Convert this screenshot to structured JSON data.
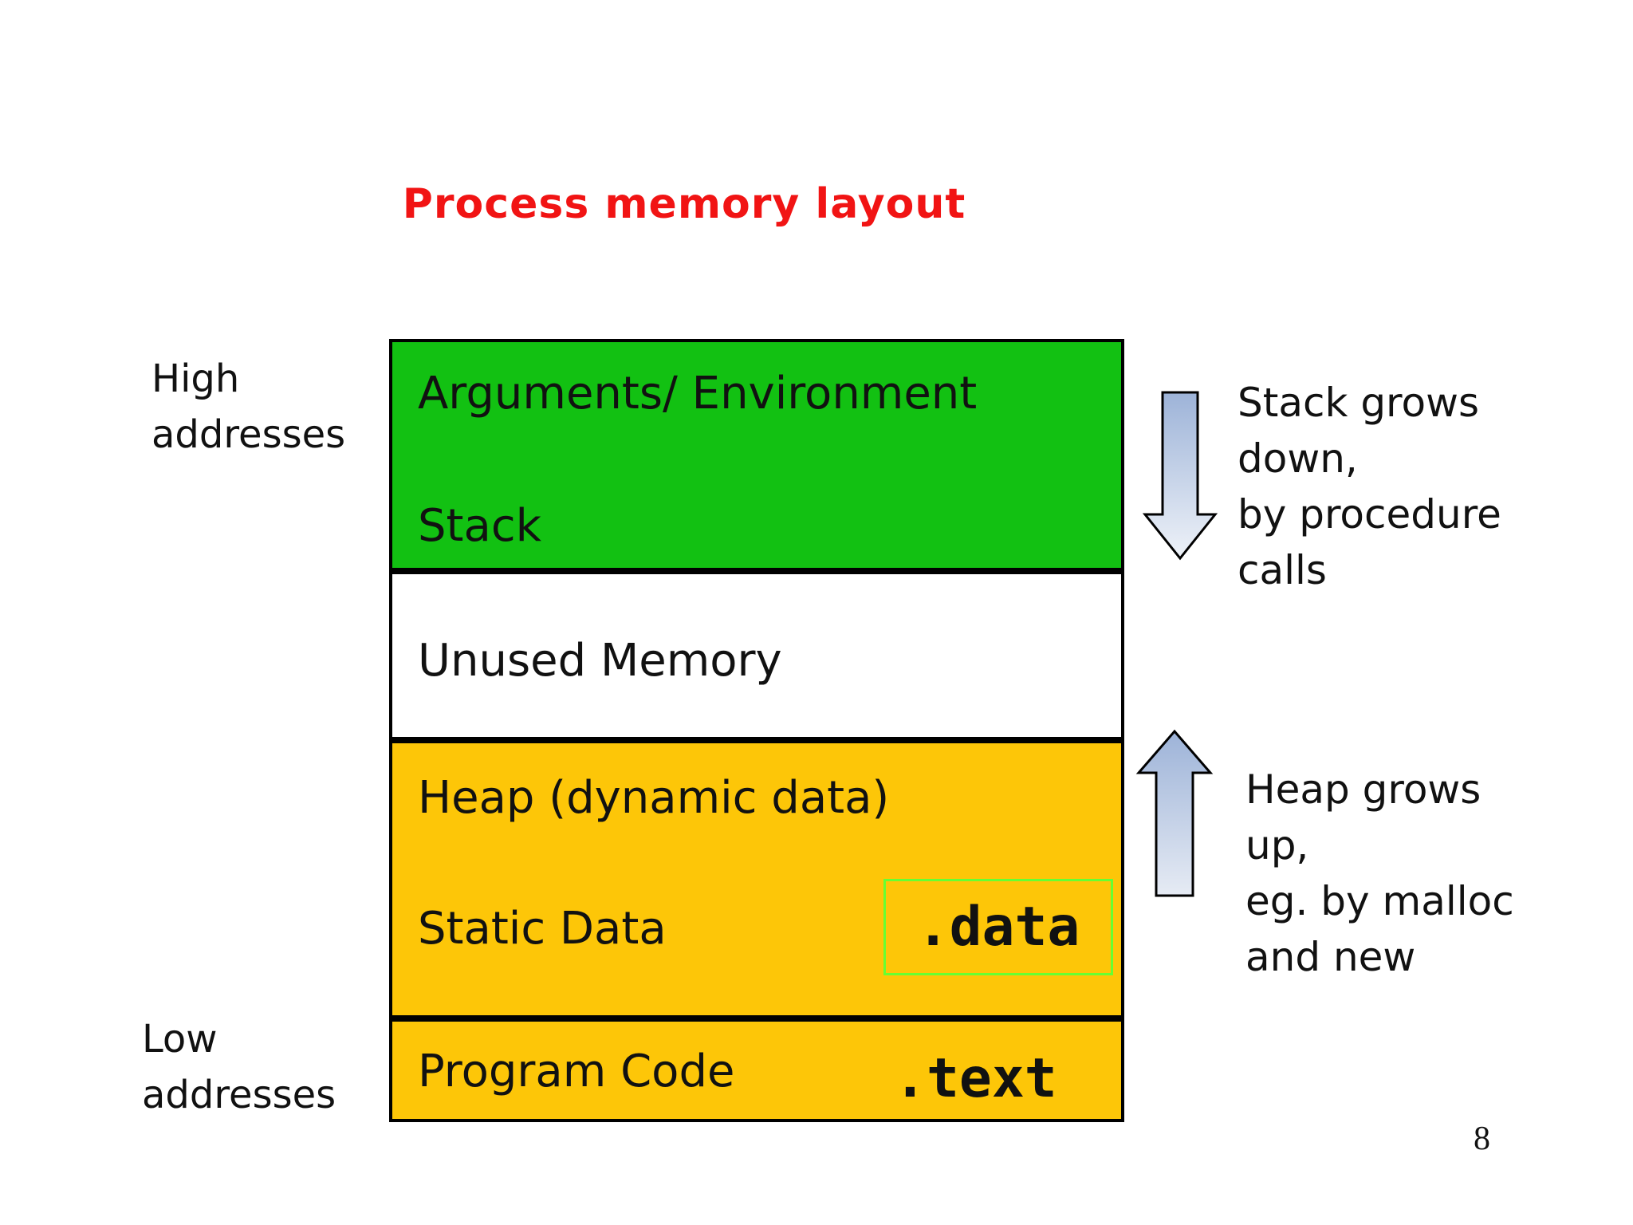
{
  "slide": {
    "title": "Process memory layout",
    "page_number": "8"
  },
  "colors": {
    "title_red": "#f11414",
    "stack_green": "#12c112",
    "unused_white": "#ffffff",
    "heap_yellow": "#fdc608",
    "data_outline_green": "#66ff33",
    "arrow_gradient_top": "#a6bade",
    "arrow_gradient_bottom": "#eef2f8",
    "border_black": "#000000"
  },
  "address_labels": {
    "high_line1": "High",
    "high_line2": "addresses",
    "low_line1": "Low",
    "low_line2": "addresses"
  },
  "memory_map": {
    "regions": [
      {
        "name": "stack-region",
        "labels": [
          "Arguments/ Environment",
          "Stack"
        ],
        "color": "#12c112"
      },
      {
        "name": "unused-region",
        "labels": [
          "Unused Memory"
        ],
        "color": "#ffffff"
      },
      {
        "name": "heap-static-region",
        "labels": [
          "Heap (dynamic data)",
          "Static Data"
        ],
        "section_tag": ".data",
        "color": "#fdc608"
      },
      {
        "name": "code-region",
        "labels": [
          "Program Code"
        ],
        "section_tag": ".text",
        "color": "#fdc608"
      }
    ]
  },
  "annotations": {
    "stack_arrow": {
      "lines": [
        "Stack grows",
        "down,",
        "by procedure",
        "calls"
      ]
    },
    "heap_arrow": {
      "lines": [
        "Heap grows",
        "up,",
        "eg. by malloc",
        "and new"
      ]
    }
  }
}
